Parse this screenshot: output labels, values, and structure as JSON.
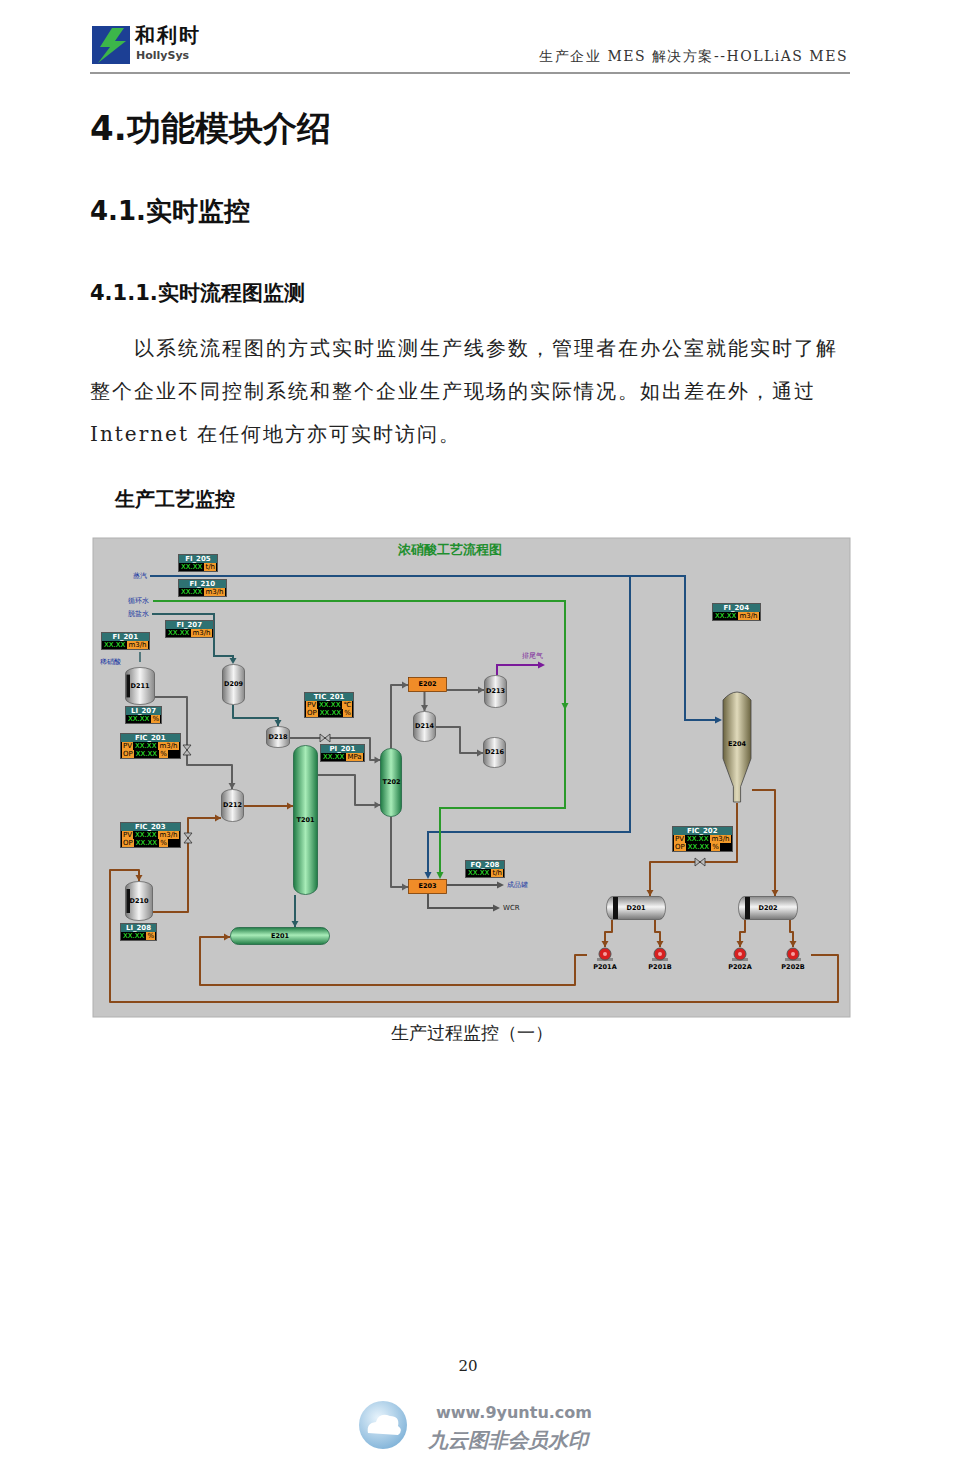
{
  "diagram": {
    "title": "浓硝酸工艺流程图",
    "caption": "生产过程监控（一）",
    "nodes": [
      {
        "text": [
          "FI_205",
          "XX.XX",
          "t/h"
        ]
      },
      {
        "text": [
          "FI_210",
          "XX.XX",
          "m3/h"
        ]
      },
      {
        "text": [
          "FI_204",
          "XX.XX",
          "m3/h"
        ]
      },
      {
        "text": [
          "FI_207",
          "XX.XX",
          "m3/h"
        ]
      },
      {
        "text": [
          "FI_201",
          "XX.XX",
          "m3/h"
        ]
      },
      {
        "text": [
          "D211"
        ]
      },
      {
        "text": [
          "D209"
        ]
      },
      {
        "text": [
          "E202"
        ]
      },
      {
        "text": [
          "D213"
        ]
      },
      {
        "text": [
          "TIC_201",
          "PV",
          "XX.XX",
          "℃",
          "OP",
          "XX.XX",
          "%"
        ]
      },
      {
        "text": [
          "E204"
        ]
      },
      {
        "text": [
          "LI_207",
          "XX.XX",
          "%"
        ]
      },
      {
        "text": [
          "D214"
        ]
      },
      {
        "text": [
          "D218"
        ]
      },
      {
        "text": [
          "FIC_201",
          "PV",
          "XX.XX",
          "m3/h",
          "OP",
          "XX.XX",
          "%"
        ]
      },
      {
        "text": [
          "PI_201",
          "XX.XX",
          "MPa"
        ]
      },
      {
        "text": [
          "T201"
        ]
      },
      {
        "text": [
          "T202"
        ]
      },
      {
        "text": [
          "D216"
        ]
      },
      {
        "text": [
          "D212"
        ]
      },
      {
        "text": [
          "FIC_203",
          "PV",
          "XX.XX",
          "m3/h",
          "OP",
          "XX.XX",
          "%"
        ]
      },
      {
        "text": [
          "FIC_202",
          "PV",
          "XX.XX",
          "m3/h",
          "OP",
          "XX.XX",
          "%"
        ]
      },
      {
        "text": [
          "FQ_208",
          "XX.XX",
          "t/h"
        ]
      },
      {
        "text": [
          "E203"
        ]
      },
      {
        "text": [
          "D210"
        ]
      },
      {
        "text": [
          "D201"
        ]
      },
      {
        "text": [
          "D202"
        ]
      },
      {
        "text": [
          "LI_208",
          "XX.XX",
          "%"
        ]
      },
      {
        "text": [
          "E201"
        ]
      },
      {
        "text": [
          "P201A"
        ]
      },
      {
        "text": [
          "P201B"
        ]
      },
      {
        "text": [
          "P202A"
        ]
      },
      {
        "text": [
          "P202B"
        ]
      }
    ],
    "edges": [
      {
        "from": 5,
        "to": 19,
        "arrow": "to"
      },
      {
        "from": 24,
        "to": 19,
        "arrow": "to"
      },
      {
        "from": 19,
        "to": 16,
        "arrow": "to"
      },
      {
        "from": 6,
        "to": 13,
        "arrow": "to"
      },
      {
        "from": 13,
        "to": 17,
        "arrow": "to"
      },
      {
        "from": 16,
        "to": 17,
        "arrow": "to"
      },
      {
        "from": 17,
        "to": 7,
        "arrow": "to"
      },
      {
        "from": 7,
        "to": 8,
        "arrow": "to"
      },
      {
        "from": 7,
        "to": 12,
        "arrow": "to"
      },
      {
        "from": 12,
        "to": 18,
        "arrow": "to"
      },
      {
        "from": 17,
        "to": 23,
        "arrow": "to"
      },
      {
        "from": 16,
        "to": 28,
        "arrow": "to"
      },
      {
        "from": 10,
        "to": 25,
        "arrow": "to"
      },
      {
        "from": 10,
        "to": 26,
        "arrow": "to"
      },
      {
        "from": 25,
        "to": 29,
        "arrow": "to"
      },
      {
        "from": 25,
        "to": 30,
        "arrow": "to"
      },
      {
        "from": 26,
        "to": 31,
        "arrow": "to"
      },
      {
        "from": 26,
        "to": 32,
        "arrow": "to"
      },
      {
        "from": 29,
        "to": 28,
        "arrow": "to"
      },
      {
        "from": 32,
        "to": 24,
        "arrow": "to"
      }
    ],
    "labels": [
      "和利时",
      "HollySys",
      "生产企业 MES 解决方案--HOLLiAS MES",
      "4.功能模块介绍",
      "4.1.实时监控",
      "4.1.1.实时流程图监测",
      "以系统流程图的方式实时监测生产线参数，管理者在办公室就能实时了解整个企业不同控制系统和整个企业生产现场的实际情况。如出差在外，通过 Internet 在任何地方亦可实时访问。",
      "生产工艺监控",
      "蒸汽",
      "循环水",
      "脱盐水",
      "稀硝酸",
      "排尾气",
      "成品罐",
      "WCR",
      "20",
      "www.9yuntu.com",
      "九云图非会员水印"
    ]
  }
}
